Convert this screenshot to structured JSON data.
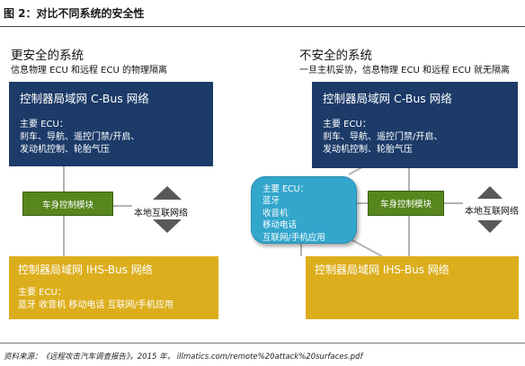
{
  "figure_title": "图 2：对比不同系统的安全性",
  "left": {
    "title": "更安全的系统",
    "subtitle": "信息物理 ECU 和远程 ECU 的物理隔离",
    "cbus": {
      "title": "控制器局域网 C-Bus 网络",
      "ecu_label": "主要 ECU：",
      "line1": "刹车、导航、遥控门禁/开启、",
      "line2": "发动机控制、轮胎气压"
    },
    "bcm_label": "车身控制模块",
    "local_net_label": "本地互联网络",
    "ihs": {
      "title": "控制器局域网 IHS-Bus 网络",
      "ecu_label": "主要 ECU：",
      "line1": "蓝牙 收音机 移动电话 互联网/手机应用"
    }
  },
  "right": {
    "title": "不安全的系统",
    "subtitle": "一旦主机妥协，信息物理 ECU 和远程 ECU 就无隔离",
    "cbus": {
      "title": "控制器局域网 C-Bus 网络",
      "ecu_label": "主要 ECU：",
      "line1": "刹车、导航、遥控门禁/开启、",
      "line2": "发动机控制、轮胎气压"
    },
    "bubble": {
      "ecu_label": "主要 ECU：",
      "items": [
        "蓝牙",
        "收音机",
        "移动电话",
        "互联网/手机应用"
      ]
    },
    "bcm_label": "车身控制模块",
    "local_net_label": "本地互联网络",
    "ihs": {
      "title": "控制器局域网 IHS-Bus 网络"
    }
  },
  "source": "资料来源：《远程攻击汽车调查报告》，2015 年， illmatics.com/remote%20attack%20surfaces.pdf",
  "colors": {
    "cbus": "#1c3b69",
    "ihs": "#dcae1d",
    "bcm": "#56861d",
    "bubble": "#33a6cc",
    "connector": "#b3b3b3",
    "arrow": "#595959"
  },
  "icons": [
    "up-triangle-icon",
    "down-triangle-icon"
  ]
}
